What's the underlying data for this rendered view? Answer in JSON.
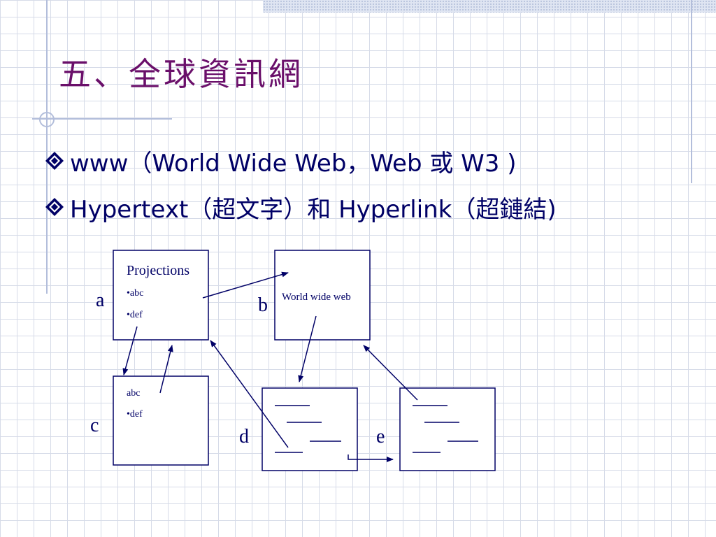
{
  "slide": {
    "title": "五、全球資訊網",
    "bullets": [
      {
        "text": "www（World Wide Web，Web 或 W3 )"
      },
      {
        "text": "Hypertext（超文字）和 Hyperlink（超鏈結)"
      }
    ]
  },
  "diagram": {
    "box_a": {
      "heading": "Projections",
      "items": [
        "•abc",
        "•def"
      ],
      "letter": "a"
    },
    "box_b": {
      "text": "World wide web",
      "letter": "b"
    },
    "box_c": {
      "items": [
        "abc",
        "•def"
      ],
      "letter": "c"
    },
    "box_d": {
      "letter": "d"
    },
    "box_e": {
      "letter": "e"
    }
  },
  "colors": {
    "title": "#6a0f6a",
    "text": "#000066",
    "accent_lines": "#b3bedb",
    "bullet_icon": "#000066"
  }
}
